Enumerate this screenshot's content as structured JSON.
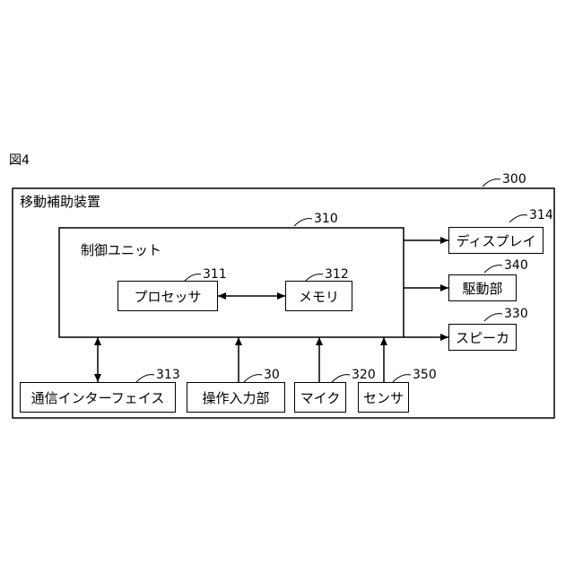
{
  "figure_label": "図4",
  "device": {
    "label": "移動補助装置",
    "ref": "300"
  },
  "control_unit": {
    "label": "制御ユニット",
    "ref": "310"
  },
  "processor": {
    "label": "プロセッサ",
    "ref": "311"
  },
  "memory": {
    "label": "メモリ",
    "ref": "312"
  },
  "display": {
    "label": "ディスプレイ",
    "ref": "314"
  },
  "drive": {
    "label": "駆動部",
    "ref": "340"
  },
  "speaker": {
    "label": "スピーカ",
    "ref": "330"
  },
  "comm_interface": {
    "label": "通信インターフェイス",
    "ref": "313"
  },
  "operation_input": {
    "label": "操作入力部",
    "ref": "30"
  },
  "mic": {
    "label": "マイク",
    "ref": "320"
  },
  "sensor": {
    "label": "センサ",
    "ref": "350"
  }
}
